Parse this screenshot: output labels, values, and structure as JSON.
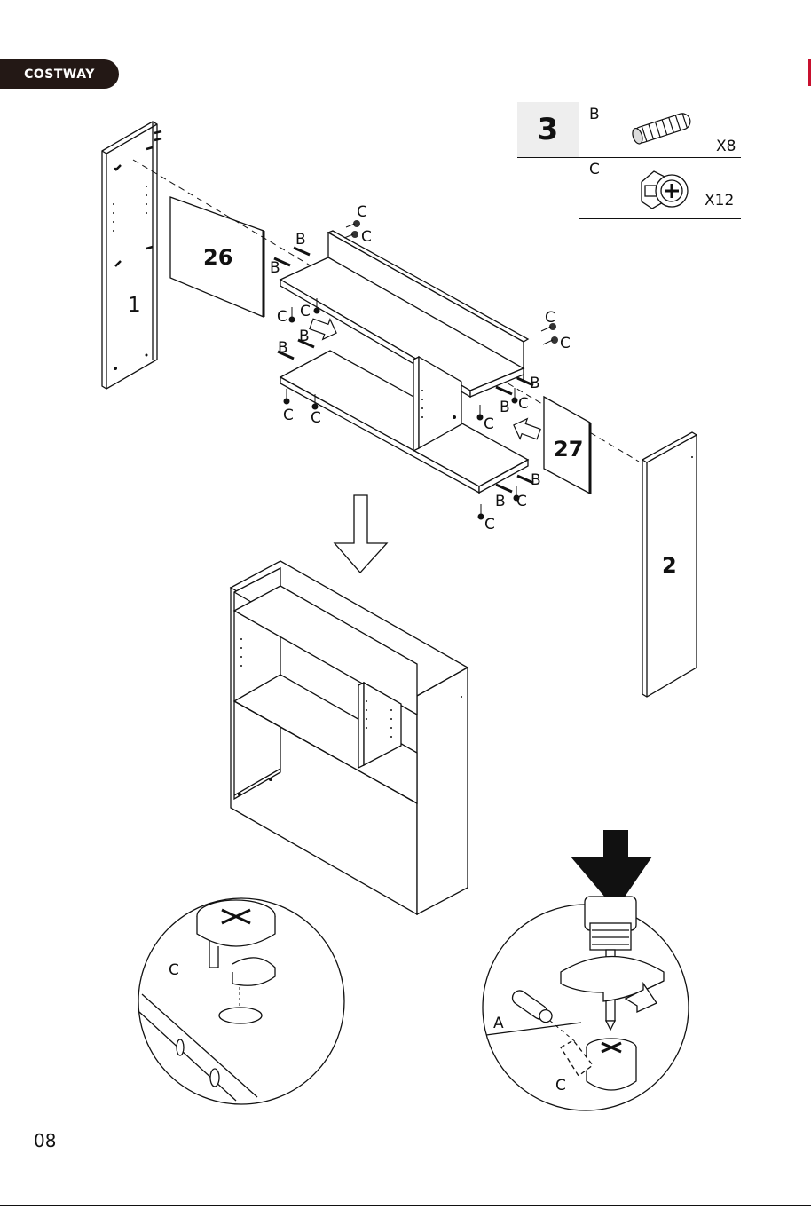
{
  "brand": {
    "name": "COSTWAY"
  },
  "step": {
    "number": "3",
    "parts": [
      {
        "letter": "B",
        "quantity": "X8",
        "icon": "dowel-icon"
      },
      {
        "letter": "C",
        "quantity": "X12",
        "icon": "cam-lock-icon"
      }
    ]
  },
  "panels": {
    "p1": "1",
    "p2": "2",
    "p26": "26",
    "p27": "27"
  },
  "labels": {
    "b": "B",
    "c": "C",
    "a": "A"
  },
  "page_number": "08"
}
